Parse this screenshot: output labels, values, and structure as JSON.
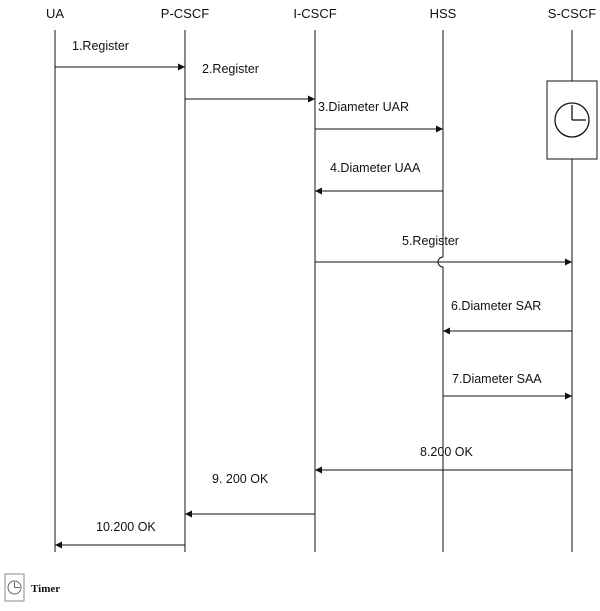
{
  "participants": [
    {
      "id": "ua",
      "label": "UA"
    },
    {
      "id": "pcscf",
      "label": "P-CSCF"
    },
    {
      "id": "icscf",
      "label": "I-CSCF"
    },
    {
      "id": "hss",
      "label": "HSS"
    },
    {
      "id": "scscf",
      "label": "S-CSCF"
    }
  ],
  "messages": [
    {
      "label": "1.Register",
      "from": "ua",
      "to": "pcscf"
    },
    {
      "label": "2.Register",
      "from": "pcscf",
      "to": "icscf"
    },
    {
      "label": "3.Diameter UAR",
      "from": "icscf",
      "to": "hss"
    },
    {
      "label": "4.Diameter UAA",
      "from": "hss",
      "to": "icscf"
    },
    {
      "label": "5.Register",
      "from": "icscf",
      "to": "scscf"
    },
    {
      "label": "6.Diameter SAR",
      "from": "scscf",
      "to": "hss"
    },
    {
      "label": "7.Diameter SAA",
      "from": "hss",
      "to": "scscf"
    },
    {
      "label": "8.200 OK",
      "from": "scscf",
      "to": "icscf"
    },
    {
      "label": "9. 200 OK",
      "from": "icscf",
      "to": "pcscf"
    },
    {
      "label": "10.200 OK",
      "from": "pcscf",
      "to": "ua"
    }
  ],
  "timer": {
    "icon": "timer-icon",
    "participant": "scscf"
  },
  "legend": {
    "label": "Timer",
    "icon": "timer-icon"
  },
  "colors": {
    "line": "#111111",
    "background": "#ffffff"
  }
}
